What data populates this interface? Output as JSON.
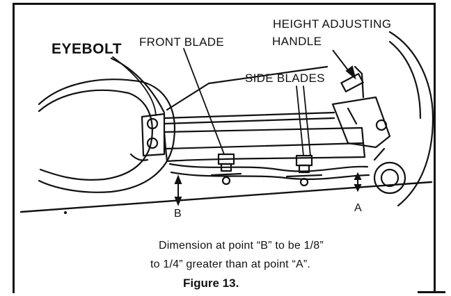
{
  "labels": {
    "eyebolt": "EYEBOLT",
    "front_blade": "FRONT BLADE",
    "height_adjusting_line1": "HEIGHT ADJUSTING",
    "height_adjusting_line2": "HANDLE",
    "side_blades": "SIDE BLADES",
    "point_b": "B",
    "point_a": "A"
  },
  "caption": {
    "line1": "Dimension at point “B” to be 1/8”",
    "line2": "to 1/4” greater than at point “A”.",
    "figure": "Figure 13."
  },
  "colors": {
    "ink": "#111111",
    "paper": "#ffffff"
  }
}
